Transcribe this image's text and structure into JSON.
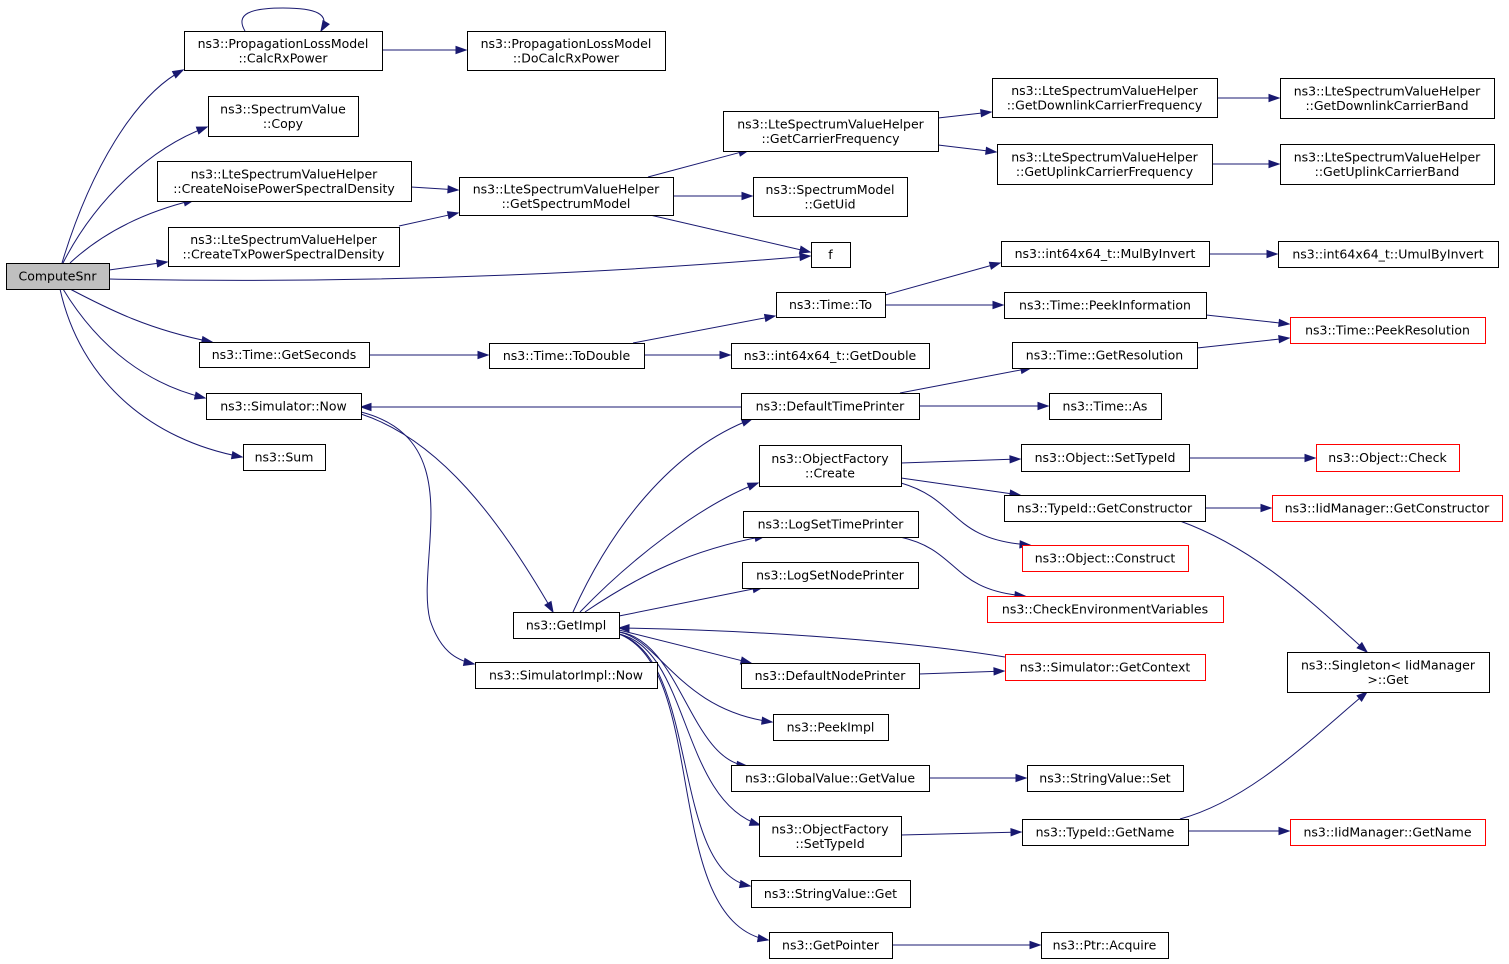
{
  "graph": {
    "colors": {
      "edge": "#191970",
      "node_border": "#000000",
      "truncated_border": "#ff0000",
      "root_fill": "#bfbfbf",
      "node_fill": "#ffffff"
    },
    "nodes": [
      {
        "id": "computesnr",
        "lines": [
          "ComputeSnr"
        ],
        "root": true
      },
      {
        "id": "calcrxpower",
        "lines": [
          "ns3::PropagationLossModel",
          "::CalcRxPower"
        ]
      },
      {
        "id": "docalcrxpower",
        "lines": [
          "ns3::PropagationLossModel",
          "::DoCalcRxPower"
        ]
      },
      {
        "id": "copy",
        "lines": [
          "ns3::SpectrumValue",
          "::Copy"
        ]
      },
      {
        "id": "createnoise",
        "lines": [
          "ns3::LteSpectrumValueHelper",
          "::CreateNoisePowerSpectralDensity"
        ]
      },
      {
        "id": "createtx",
        "lines": [
          "ns3::LteSpectrumValueHelper",
          "::CreateTxPowerSpectralDensity"
        ]
      },
      {
        "id": "getspectrummodel",
        "lines": [
          "ns3::LteSpectrumValueHelper",
          "::GetSpectrumModel"
        ]
      },
      {
        "id": "getcarrierfreq",
        "lines": [
          "ns3::LteSpectrumValueHelper",
          "::GetCarrierFrequency"
        ]
      },
      {
        "id": "getdlcarrierfreq",
        "lines": [
          "ns3::LteSpectrumValueHelper",
          "::GetDownlinkCarrierFrequency"
        ]
      },
      {
        "id": "getdlcarrierband",
        "lines": [
          "ns3::LteSpectrumValueHelper",
          "::GetDownlinkCarrierBand"
        ]
      },
      {
        "id": "getulcarrierfreq",
        "lines": [
          "ns3::LteSpectrumValueHelper",
          "::GetUplinkCarrierFrequency"
        ]
      },
      {
        "id": "getulcarrierband",
        "lines": [
          "ns3::LteSpectrumValueHelper",
          "::GetUplinkCarrierBand"
        ]
      },
      {
        "id": "getuid",
        "lines": [
          "ns3::SpectrumModel",
          "::GetUid"
        ]
      },
      {
        "id": "f",
        "lines": [
          "f"
        ]
      },
      {
        "id": "mulbyinvert",
        "lines": [
          "ns3::int64x64_t::MulByInvert"
        ]
      },
      {
        "id": "umulbyinvert",
        "lines": [
          "ns3::int64x64_t::UmulByInvert"
        ]
      },
      {
        "id": "timeto",
        "lines": [
          "ns3::Time::To"
        ]
      },
      {
        "id": "peekinformation",
        "lines": [
          "ns3::Time::PeekInformation"
        ]
      },
      {
        "id": "peekresolution",
        "lines": [
          "ns3::Time::PeekResolution"
        ],
        "truncated": true
      },
      {
        "id": "getseconds",
        "lines": [
          "ns3::Time::GetSeconds"
        ]
      },
      {
        "id": "todouble",
        "lines": [
          "ns3::Time::ToDouble"
        ]
      },
      {
        "id": "getdouble",
        "lines": [
          "ns3::int64x64_t::GetDouble"
        ]
      },
      {
        "id": "getresolution",
        "lines": [
          "ns3::Time::GetResolution"
        ]
      },
      {
        "id": "simnow",
        "lines": [
          "ns3::Simulator::Now"
        ]
      },
      {
        "id": "defaulttimeprinter",
        "lines": [
          "ns3::DefaultTimePrinter"
        ]
      },
      {
        "id": "timeas",
        "lines": [
          "ns3::Time::As"
        ]
      },
      {
        "id": "sum",
        "lines": [
          "ns3::Sum"
        ]
      },
      {
        "id": "ofcreate",
        "lines": [
          "ns3::ObjectFactory",
          "::Create"
        ]
      },
      {
        "id": "settypeid",
        "lines": [
          "ns3::Object::SetTypeId"
        ]
      },
      {
        "id": "objectcheck",
        "lines": [
          "ns3::Object::Check"
        ],
        "truncated": true
      },
      {
        "id": "getconstructor",
        "lines": [
          "ns3::TypeId::GetConstructor"
        ]
      },
      {
        "id": "iidgetconstructor",
        "lines": [
          "ns3::IidManager::GetConstructor"
        ],
        "truncated": true
      },
      {
        "id": "logsettimeprinter",
        "lines": [
          "ns3::LogSetTimePrinter"
        ]
      },
      {
        "id": "objectconstruct",
        "lines": [
          "ns3::Object::Construct"
        ],
        "truncated": true
      },
      {
        "id": "logsetnodeprinter",
        "lines": [
          "ns3::LogSetNodePrinter"
        ]
      },
      {
        "id": "checkenv",
        "lines": [
          "ns3::CheckEnvironmentVariables"
        ],
        "truncated": true
      },
      {
        "id": "getimpl",
        "lines": [
          "ns3::GetImpl"
        ]
      },
      {
        "id": "singletonget",
        "lines": [
          "ns3::Singleton< IidManager",
          ">::Get"
        ]
      },
      {
        "id": "simimplnow",
        "lines": [
          "ns3::SimulatorImpl::Now"
        ]
      },
      {
        "id": "defaultnodeprinter",
        "lines": [
          "ns3::DefaultNodePrinter"
        ]
      },
      {
        "id": "getcontext",
        "lines": [
          "ns3::Simulator::GetContext"
        ],
        "truncated": true
      },
      {
        "id": "peekimpl",
        "lines": [
          "ns3::PeekImpl"
        ]
      },
      {
        "id": "globalgetvalue",
        "lines": [
          "ns3::GlobalValue::GetValue"
        ]
      },
      {
        "id": "stringvalueset",
        "lines": [
          "ns3::StringValue::Set"
        ]
      },
      {
        "id": "ofsettypeid",
        "lines": [
          "ns3::ObjectFactory",
          "::SetTypeId"
        ]
      },
      {
        "id": "typeidgetname",
        "lines": [
          "ns3::TypeId::GetName"
        ]
      },
      {
        "id": "iidgetname",
        "lines": [
          "ns3::IidManager::GetName"
        ],
        "truncated": true
      },
      {
        "id": "stringvalueget",
        "lines": [
          "ns3::StringValue::Get"
        ]
      },
      {
        "id": "getpointer",
        "lines": [
          "ns3::GetPointer"
        ]
      },
      {
        "id": "ptracquire",
        "lines": [
          "ns3::Ptr::Acquire"
        ]
      }
    ],
    "edges": [
      {
        "from": "computesnr",
        "to": "calcrxpower"
      },
      {
        "from": "calcrxpower",
        "to": "calcrxpower"
      },
      {
        "from": "calcrxpower",
        "to": "docalcrxpower"
      },
      {
        "from": "computesnr",
        "to": "copy"
      },
      {
        "from": "computesnr",
        "to": "createnoise"
      },
      {
        "from": "computesnr",
        "to": "createtx"
      },
      {
        "from": "createnoise",
        "to": "getspectrummodel"
      },
      {
        "from": "createtx",
        "to": "getspectrummodel"
      },
      {
        "from": "getspectrummodel",
        "to": "getcarrierfreq"
      },
      {
        "from": "getspectrummodel",
        "to": "getuid"
      },
      {
        "from": "getspectrummodel",
        "to": "f"
      },
      {
        "from": "getcarrierfreq",
        "to": "getdlcarrierfreq"
      },
      {
        "from": "getcarrierfreq",
        "to": "getulcarrierfreq"
      },
      {
        "from": "getdlcarrierfreq",
        "to": "getdlcarrierband"
      },
      {
        "from": "getulcarrierfreq",
        "to": "getulcarrierband"
      },
      {
        "from": "computesnr",
        "to": "f"
      },
      {
        "from": "computesnr",
        "to": "getseconds"
      },
      {
        "from": "computesnr",
        "to": "simnow"
      },
      {
        "from": "computesnr",
        "to": "sum"
      },
      {
        "from": "getseconds",
        "to": "todouble"
      },
      {
        "from": "todouble",
        "to": "timeto"
      },
      {
        "from": "todouble",
        "to": "getdouble"
      },
      {
        "from": "timeto",
        "to": "mulbyinvert"
      },
      {
        "from": "timeto",
        "to": "peekinformation"
      },
      {
        "from": "mulbyinvert",
        "to": "umulbyinvert"
      },
      {
        "from": "peekinformation",
        "to": "peekresolution"
      },
      {
        "from": "getresolution",
        "to": "peekresolution"
      },
      {
        "from": "defaulttimeprinter",
        "to": "simnow"
      },
      {
        "from": "defaulttimeprinter",
        "to": "getresolution"
      },
      {
        "from": "defaulttimeprinter",
        "to": "timeas"
      },
      {
        "from": "simnow",
        "to": "getimpl"
      },
      {
        "from": "simnow",
        "to": "simimplnow"
      },
      {
        "from": "getimpl",
        "to": "defaulttimeprinter"
      },
      {
        "from": "getimpl",
        "to": "ofcreate"
      },
      {
        "from": "getimpl",
        "to": "logsettimeprinter"
      },
      {
        "from": "getimpl",
        "to": "logsetnodeprinter"
      },
      {
        "from": "getcontext",
        "to": "getimpl"
      },
      {
        "from": "getimpl",
        "to": "defaultnodeprinter"
      },
      {
        "from": "getimpl",
        "to": "peekimpl"
      },
      {
        "from": "getimpl",
        "to": "globalgetvalue"
      },
      {
        "from": "getimpl",
        "to": "ofsettypeid"
      },
      {
        "from": "getimpl",
        "to": "stringvalueget"
      },
      {
        "from": "getimpl",
        "to": "getpointer"
      },
      {
        "from": "ofcreate",
        "to": "settypeid"
      },
      {
        "from": "ofcreate",
        "to": "getconstructor"
      },
      {
        "from": "ofcreate",
        "to": "objectconstruct"
      },
      {
        "from": "settypeid",
        "to": "objectcheck"
      },
      {
        "from": "getconstructor",
        "to": "iidgetconstructor"
      },
      {
        "from": "getconstructor",
        "to": "singletonget"
      },
      {
        "from": "logsettimeprinter",
        "to": "checkenv"
      },
      {
        "from": "defaultnodeprinter",
        "to": "getcontext"
      },
      {
        "from": "globalgetvalue",
        "to": "stringvalueset"
      },
      {
        "from": "ofsettypeid",
        "to": "typeidgetname"
      },
      {
        "from": "typeidgetname",
        "to": "iidgetname"
      },
      {
        "from": "typeidgetname",
        "to": "singletonget"
      },
      {
        "from": "getpointer",
        "to": "ptracquire"
      }
    ]
  }
}
